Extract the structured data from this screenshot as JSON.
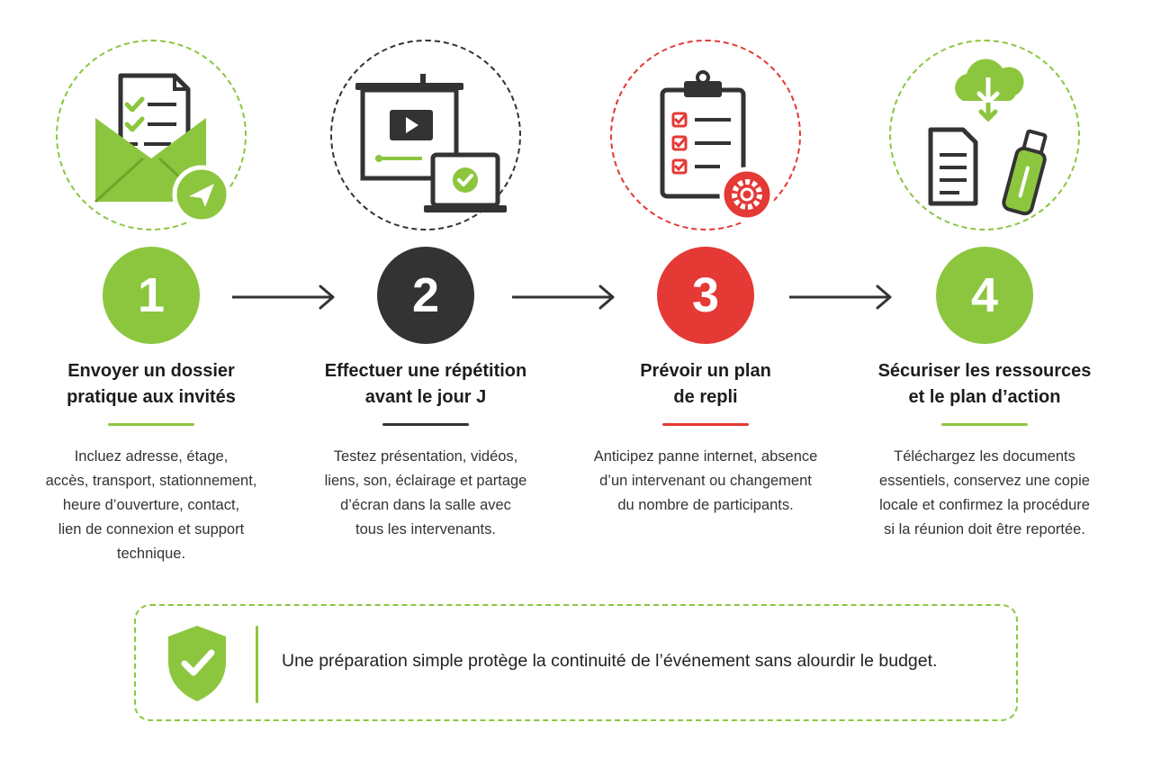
{
  "colors": {
    "green": "#8cc63f",
    "dark": "#333333",
    "red": "#e53935"
  },
  "steps": [
    {
      "number": "1",
      "icon": "envelope-checklist-send-icon",
      "title_line1": "Envoyer un dossier",
      "title_line2": "pratique aux invités",
      "desc_lines": [
        "Incluez adresse, étage,",
        "accès, transport, stationnement,",
        "heure d’ouverture, contact,",
        "lien de connexion et support",
        "technique."
      ]
    },
    {
      "number": "2",
      "icon": "presentation-screen-laptop-icon",
      "title_line1": "Effectuer une répétition",
      "title_line2": "avant le jour J",
      "desc_lines": [
        "Testez présentation, vidéos,",
        "liens, son, éclairage et partage",
        "d’écran dans la salle avec",
        "tous les intervenants."
      ]
    },
    {
      "number": "3",
      "icon": "clipboard-checklist-gear-icon",
      "title_line1": "Prévoir un plan",
      "title_line2": "de repli",
      "desc_lines": [
        "Anticipez panne internet, absence",
        "d’un intervenant ou changement",
        "du nombre de participants."
      ]
    },
    {
      "number": "4",
      "icon": "cloud-download-document-usb-icon",
      "title_line1": "Sécuriser les ressources",
      "title_line2": "et le plan d’action",
      "desc_lines": [
        "Téléchargez les documents",
        "essentiels, conservez une copie",
        "locale et confirmez la procédure",
        "si la réunion doit être reportée."
      ]
    }
  ],
  "banner": {
    "icon": "shield-check-icon",
    "text": "Une préparation simple protège la continuité de l’événement sans alourdir le budget."
  }
}
